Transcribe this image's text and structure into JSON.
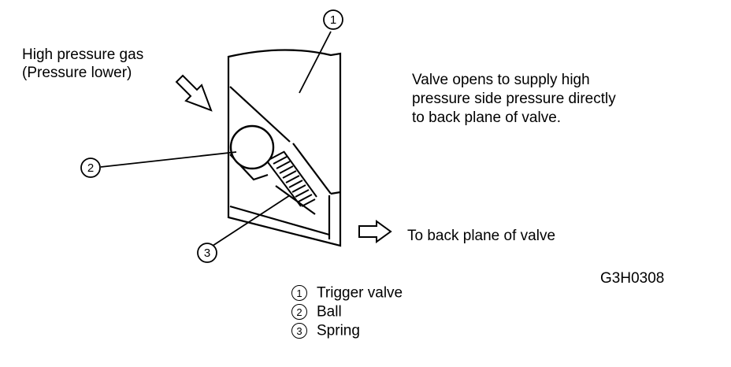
{
  "labels": {
    "gas_line1": "High pressure gas",
    "gas_line2": "(Pressure lower)",
    "note_line1": "Valve opens to supply high",
    "note_line2": "pressure side pressure directly",
    "note_line3": "to back plane of valve.",
    "back_plane": "To back plane of valve",
    "figure_code": "G3H0308"
  },
  "callouts": [
    "1",
    "2",
    "3"
  ],
  "legend": [
    {
      "num": "1",
      "text": "Trigger valve"
    },
    {
      "num": "2",
      "text": "Ball"
    },
    {
      "num": "3",
      "text": "Spring"
    }
  ]
}
